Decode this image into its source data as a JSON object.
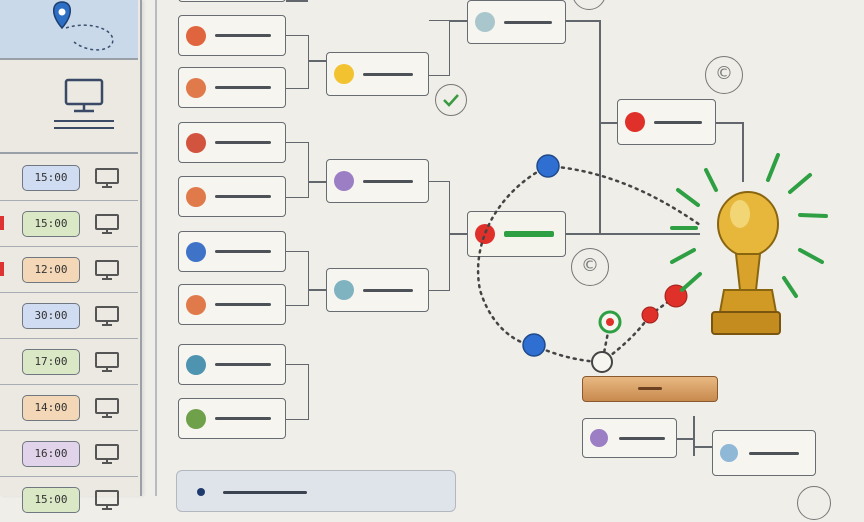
{
  "schedule": [
    {
      "time": "15:00",
      "color": "#cfdcf1"
    },
    {
      "time": "15:00",
      "color": "#dbe8c6"
    },
    {
      "time": "12:00",
      "color": "#f3d7b6"
    },
    {
      "time": "30:00",
      "color": "#cfdcf1"
    },
    {
      "time": "17:00",
      "color": "#dbe8c6"
    },
    {
      "time": "14:00",
      "color": "#f3d7b6"
    },
    {
      "time": "16:00",
      "color": "#e0d3ea"
    },
    {
      "time": "15:00",
      "color": "#dbe8c6"
    }
  ],
  "edge_marks": [
    "",
    "#d33",
    "#d33",
    "",
    "",
    "",
    "",
    ""
  ],
  "colors": {
    "red": "#e0412f",
    "orange": "#e07a4a",
    "yellow": "#f2c230",
    "purple": "#9b7ec4",
    "blue": "#2f6fd1",
    "teal": "#7fb3c0",
    "green": "#6fa04a",
    "highlight_green": "#2ea043"
  },
  "icons": [
    "map-pin-icon",
    "monitor-icon",
    "checkmark-icon",
    "copyright-icon",
    "trophy-icon"
  ]
}
